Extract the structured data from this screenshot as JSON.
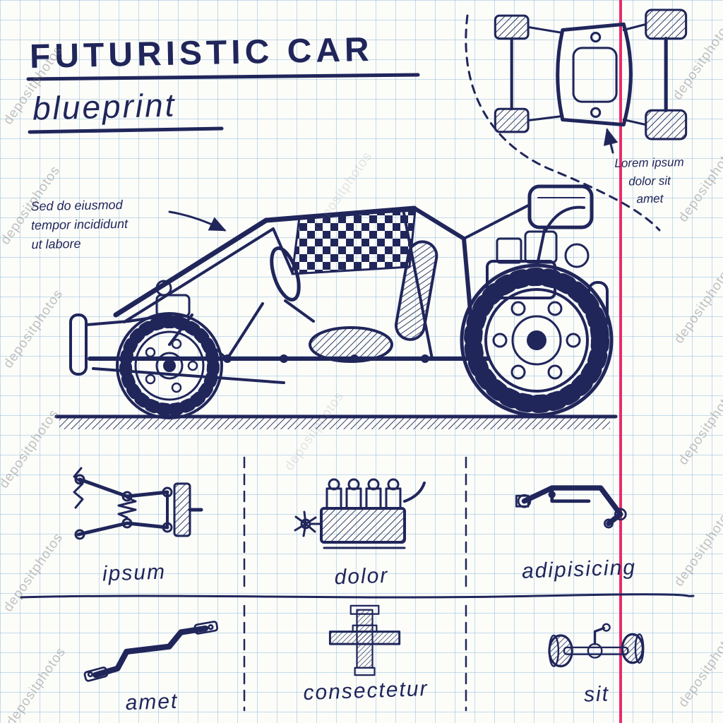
{
  "header": {
    "title_line1": "FUTURISTIC CAR",
    "title_line2": "blueprint"
  },
  "notes": {
    "left": [
      "Sed do eiusmod",
      "tempor incididunt",
      "ut labore"
    ],
    "top_right": [
      "Lorem ipsum",
      "dolor sit",
      "amet"
    ]
  },
  "parts": {
    "row1": [
      {
        "id": "suspension-sketch",
        "label": "ipsum"
      },
      {
        "id": "engine-sketch",
        "label": "dolor"
      },
      {
        "id": "bracket-sketch",
        "label": "adipisicing"
      }
    ],
    "row2": [
      {
        "id": "sway-bar-sketch",
        "label": "amet"
      },
      {
        "id": "bolt-assembly-sketch",
        "label": "consectetur"
      },
      {
        "id": "axle-sketch",
        "label": "sit"
      }
    ]
  },
  "watermark": {
    "text": "depositphotos"
  },
  "colors": {
    "ink": "#20265a",
    "margin_line": "#e3155c",
    "grid": "#82b4d4",
    "paper": "#fcfcf9",
    "watermark": "#78787d"
  }
}
